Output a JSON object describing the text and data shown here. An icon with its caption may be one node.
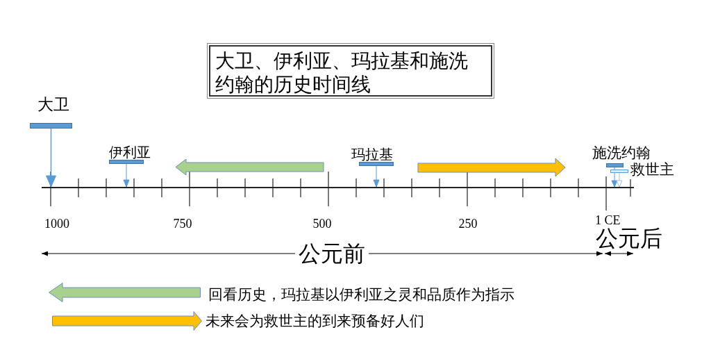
{
  "diagram": {
    "title": "大卫、伊利亚、玛拉基和施洗约翰的历史时间线",
    "nodes": [
      {
        "text": [
          "大卫"
        ]
      },
      {
        "text": [
          "伊利亚"
        ]
      },
      {
        "text": [
          "玛拉基"
        ]
      },
      {
        "text": [
          "施洗约翰"
        ]
      },
      {
        "text": [
          "救世主"
        ]
      },
      {
        "text": [],
        "shape": "line"
      }
    ],
    "edges": [
      {
        "from": 0,
        "to": 5,
        "arrow": "to"
      },
      {
        "from": 1,
        "to": 5,
        "arrow": "to"
      },
      {
        "from": 2,
        "to": 5,
        "arrow": "to"
      },
      {
        "from": 3,
        "to": 5,
        "arrow": "to"
      },
      {
        "from": 4,
        "to": 5,
        "arrow": "to",
        "color": "#9dc3e6"
      }
    ],
    "labels": [
      "1000",
      "750",
      "500",
      "250",
      "1 CE",
      "公元前",
      "公元后"
    ],
    "legend": [
      {
        "text": "回看历史，玛拉基以伊利亚之灵和品质作为指示",
        "color": "#a9d18e"
      },
      {
        "text": "未来会为救世主的到来预备好人们",
        "color": "#ffc000"
      }
    ]
  }
}
